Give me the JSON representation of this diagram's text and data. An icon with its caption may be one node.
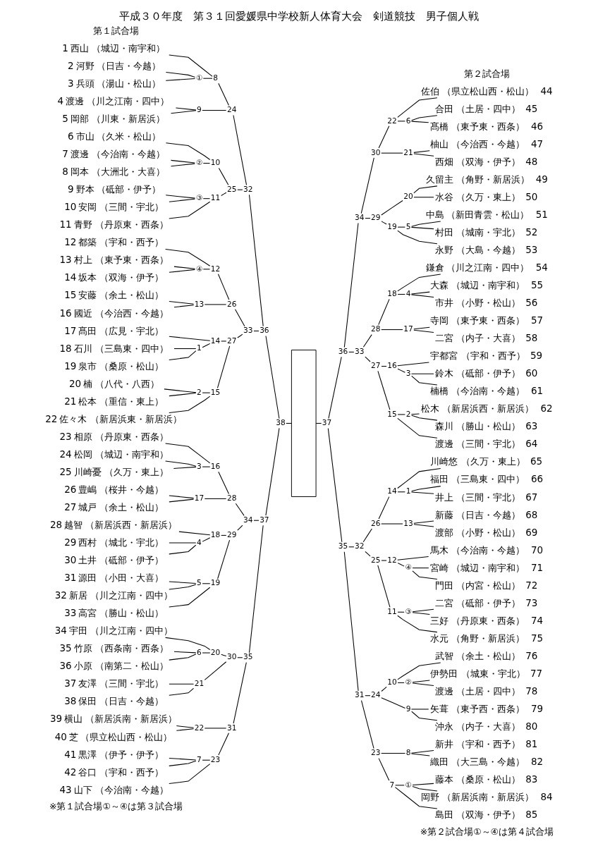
{
  "diagram": {
    "title": "平成３０年度　第３１回愛媛県中学校新人体育大会　剣道競技　男子個人戦",
    "nodes": [
      {
        "text": [
          "1",
          "西山",
          "（城辺・南宇和）"
        ]
      },
      {
        "text": [
          "2",
          "河野",
          "（日吉・今越）"
        ]
      },
      {
        "text": [
          "3",
          "兵頭",
          "（湯山・松山）"
        ]
      },
      {
        "text": [
          "4",
          "渡邊",
          "（川之江南・四中）"
        ]
      },
      {
        "text": [
          "5",
          "岡部",
          "（川東・新居浜）"
        ]
      },
      {
        "text": [
          "6",
          "市山",
          "（久米・松山）"
        ]
      },
      {
        "text": [
          "7",
          "渡邊",
          "（今治南・今越）"
        ]
      },
      {
        "text": [
          "8",
          "岡本",
          "（大洲北・大喜）"
        ]
      },
      {
        "text": [
          "9",
          "野本",
          "（砥部・伊予）"
        ]
      },
      {
        "text": [
          "10",
          "安岡",
          "（三間・宇北）"
        ]
      },
      {
        "text": [
          "11",
          "青野",
          "（丹原東・西条）"
        ]
      },
      {
        "text": [
          "12",
          "都築",
          "（宇和・西予）"
        ]
      },
      {
        "text": [
          "13",
          "村上",
          "（東予東・西条）"
        ]
      },
      {
        "text": [
          "14",
          "坂本",
          "（双海・伊予）"
        ]
      },
      {
        "text": [
          "15",
          "安藤",
          "（余土・松山）"
        ]
      },
      {
        "text": [
          "16",
          "國近",
          "（今治西・今越）"
        ]
      },
      {
        "text": [
          "17",
          "髙田",
          "（広見・宇北）"
        ]
      },
      {
        "text": [
          "18",
          "石川",
          "（三島東・四中）"
        ]
      },
      {
        "text": [
          "19",
          "泉市",
          "（桑原・松山）"
        ]
      },
      {
        "text": [
          "20",
          "楠",
          "（八代・八西）"
        ]
      },
      {
        "text": [
          "21",
          "松本",
          "（重信・東上）"
        ]
      },
      {
        "text": [
          "22",
          "佐々木",
          "（新居浜東・新居浜）"
        ]
      },
      {
        "text": [
          "23",
          "相原",
          "（丹原東・西条）"
        ]
      },
      {
        "text": [
          "24",
          "松岡",
          "（城辺・南宇和）"
        ]
      },
      {
        "text": [
          "25",
          "川崎憂",
          "（久万・東上）"
        ]
      },
      {
        "text": [
          "26",
          "豊嶋",
          "（桜井・今越）"
        ]
      },
      {
        "text": [
          "27",
          "城戸",
          "（余土・松山）"
        ]
      },
      {
        "text": [
          "28",
          "越智",
          "（新居浜西・新居浜）"
        ]
      },
      {
        "text": [
          "29",
          "西村",
          "（城北・宇北）"
        ]
      },
      {
        "text": [
          "30",
          "土井",
          "（砥部・伊予）"
        ]
      },
      {
        "text": [
          "31",
          "源田",
          "（小田・大喜）"
        ]
      },
      {
        "text": [
          "32",
          "新居",
          "（川之江南・四中）"
        ]
      },
      {
        "text": [
          "33",
          "高宮",
          "（勝山・松山）"
        ]
      },
      {
        "text": [
          "34",
          "宇田",
          "（川之江南・四中）"
        ]
      },
      {
        "text": [
          "35",
          "竹原",
          "（西条南・西条）"
        ]
      },
      {
        "text": [
          "36",
          "小原",
          "（南第二・松山）"
        ]
      },
      {
        "text": [
          "37",
          "友澤",
          "（三間・宇北）"
        ]
      },
      {
        "text": [
          "38",
          "保田",
          "（日吉・今越）"
        ]
      },
      {
        "text": [
          "39",
          "横山",
          "（新居浜南・新居浜）"
        ]
      },
      {
        "text": [
          "40",
          "芝",
          "（県立松山西・松山）"
        ]
      },
      {
        "text": [
          "41",
          "黒澤",
          "（伊予・伊予）"
        ]
      },
      {
        "text": [
          "42",
          "谷口",
          "（宇和・西予）"
        ]
      },
      {
        "text": [
          "43",
          "山下",
          "（今治南・今越）"
        ]
      },
      {
        "text": [
          "佐伯",
          "（県立松山西・松山）",
          "44"
        ]
      },
      {
        "text": [
          "合田",
          "（土居・四中）",
          "45"
        ]
      },
      {
        "text": [
          "髙橋",
          "（東予東・西条）",
          "46"
        ]
      },
      {
        "text": [
          "柚山",
          "（今治西・今越）",
          "47"
        ]
      },
      {
        "text": [
          "西畑",
          "（双海・伊予）",
          "48"
        ]
      },
      {
        "text": [
          "久留主",
          "（角野・新居浜）",
          "49"
        ]
      },
      {
        "text": [
          "水谷",
          "（久万・東上）",
          "50"
        ]
      },
      {
        "text": [
          "中島",
          "（新田青雲・松山）",
          "51"
        ]
      },
      {
        "text": [
          "村田",
          "（城南・宇北）",
          "52"
        ]
      },
      {
        "text": [
          "永野",
          "（大島・今越）",
          "53"
        ]
      },
      {
        "text": [
          "鎌倉",
          "（川之江南・四中）",
          "54"
        ]
      },
      {
        "text": [
          "大森",
          "（城辺・南宇和）",
          "55"
        ]
      },
      {
        "text": [
          "市井",
          "（小野・松山）",
          "56"
        ]
      },
      {
        "text": [
          "寺岡",
          "（東予東・西条）",
          "57"
        ]
      },
      {
        "text": [
          "二宮",
          "（内子・大喜）",
          "58"
        ]
      },
      {
        "text": [
          "宇都宮",
          "（宇和・西予）",
          "59"
        ]
      },
      {
        "text": [
          "鈴木",
          "（砥部・伊予）",
          "60"
        ]
      },
      {
        "text": [
          "楠橋",
          "（今治南・今越）",
          "61"
        ]
      },
      {
        "text": [
          "松木",
          "（新居浜西・新居浜）",
          "62"
        ]
      },
      {
        "text": [
          "森川",
          "（勝山・松山）",
          "63"
        ]
      },
      {
        "text": [
          "渡邊",
          "（三間・宇北）",
          "64"
        ]
      },
      {
        "text": [
          "川崎悠",
          "（久万・東上）",
          "65"
        ]
      },
      {
        "text": [
          "福田",
          "（三島東・四中）",
          "66"
        ]
      },
      {
        "text": [
          "井上",
          "（三間・宇北）",
          "67"
        ]
      },
      {
        "text": [
          "新藤",
          "（日吉・今越）",
          "68"
        ]
      },
      {
        "text": [
          "渡部",
          "（小野・松山）",
          "69"
        ]
      },
      {
        "text": [
          "馬木",
          "（今治南・今越）",
          "70"
        ]
      },
      {
        "text": [
          "宮崎",
          "（城辺・南宇和）",
          "71"
        ]
      },
      {
        "text": [
          "門田",
          "（内宮・松山）",
          "72"
        ]
      },
      {
        "text": [
          "二宮",
          "（砥部・伊予）",
          "73"
        ]
      },
      {
        "text": [
          "三好",
          "（丹原東・西条）",
          "74"
        ]
      },
      {
        "text": [
          "水元",
          "（角野・新居浜）",
          "75"
        ]
      },
      {
        "text": [
          "武智",
          "（余土・松山）",
          "76"
        ]
      },
      {
        "text": [
          "伊勢田",
          "（城東・宇北）",
          "77"
        ]
      },
      {
        "text": [
          "渡邊",
          "（土居・四中）",
          "78"
        ]
      },
      {
        "text": [
          "矢葺",
          "（東予西・西条）",
          "79"
        ]
      },
      {
        "text": [
          "沖永",
          "（内子・大喜）",
          "80"
        ]
      },
      {
        "text": [
          "新井",
          "（宇和・西予）",
          "81"
        ]
      },
      {
        "text": [
          "織田",
          "（大三島・今越）",
          "82"
        ]
      },
      {
        "text": [
          "藤本",
          "（桑原・松山）",
          "83"
        ]
      },
      {
        "text": [
          "岡野",
          "（新居浜南・新居浜）",
          "84"
        ]
      },
      {
        "text": [
          "島田",
          "（双海・伊予）",
          "85"
        ]
      },
      {
        "text": [
          "①"
        ]
      },
      {
        "text": [
          "②"
        ]
      },
      {
        "text": [
          "③"
        ]
      },
      {
        "text": [
          "④"
        ]
      },
      {
        "text": [
          "1"
        ]
      },
      {
        "text": [
          "2"
        ]
      },
      {
        "text": [
          "3"
        ]
      },
      {
        "text": [
          "4"
        ]
      },
      {
        "text": [
          "5"
        ]
      },
      {
        "text": [
          "6"
        ]
      },
      {
        "text": [
          "7"
        ]
      },
      {
        "text": [
          "8"
        ]
      },
      {
        "text": [
          "9"
        ]
      },
      {
        "text": [
          "10"
        ]
      },
      {
        "text": [
          "11"
        ]
      },
      {
        "text": [
          "12"
        ]
      },
      {
        "text": [
          "13"
        ]
      },
      {
        "text": [
          "14"
        ]
      },
      {
        "text": [
          "15"
        ]
      },
      {
        "text": [
          "16"
        ]
      },
      {
        "text": [
          "17"
        ]
      },
      {
        "text": [
          "18"
        ]
      },
      {
        "text": [
          "19"
        ]
      },
      {
        "text": [
          "20"
        ]
      },
      {
        "text": [
          "21"
        ]
      },
      {
        "text": [
          "22"
        ]
      },
      {
        "text": [
          "23"
        ]
      },
      {
        "text": [
          "24"
        ]
      },
      {
        "text": [
          "25"
        ]
      },
      {
        "text": [
          "26"
        ]
      },
      {
        "text": [
          "27"
        ]
      },
      {
        "text": [
          "28"
        ]
      },
      {
        "text": [
          "29"
        ]
      },
      {
        "text": [
          "30"
        ]
      },
      {
        "text": [
          "31"
        ]
      },
      {
        "text": [
          "32"
        ]
      },
      {
        "text": [
          "33"
        ]
      },
      {
        "text": [
          "34"
        ]
      },
      {
        "text": [
          "35"
        ]
      },
      {
        "text": [
          "36"
        ]
      },
      {
        "text": [
          "37"
        ]
      },
      {
        "text": [
          "38"
        ]
      },
      {
        "text": [
          "①"
        ]
      },
      {
        "text": [
          "②"
        ]
      },
      {
        "text": [
          "③"
        ]
      },
      {
        "text": [
          "④"
        ]
      },
      {
        "text": [
          "1"
        ]
      },
      {
        "text": [
          "2"
        ]
      },
      {
        "text": [
          "3"
        ]
      },
      {
        "text": [
          "4"
        ]
      },
      {
        "text": [
          "5"
        ]
      },
      {
        "text": [
          "6"
        ]
      },
      {
        "text": [
          "7"
        ]
      },
      {
        "text": [
          "8"
        ]
      },
      {
        "text": [
          "9"
        ]
      },
      {
        "text": [
          "10"
        ]
      },
      {
        "text": [
          "11"
        ]
      },
      {
        "text": [
          "12"
        ]
      },
      {
        "text": [
          "13"
        ]
      },
      {
        "text": [
          "14"
        ]
      },
      {
        "text": [
          "15"
        ]
      },
      {
        "text": [
          "16"
        ]
      },
      {
        "text": [
          "17"
        ]
      },
      {
        "text": [
          "18"
        ]
      },
      {
        "text": [
          "19"
        ]
      },
      {
        "text": [
          "20"
        ]
      },
      {
        "text": [
          "21"
        ]
      },
      {
        "text": [
          "22"
        ]
      },
      {
        "text": [
          "23"
        ]
      },
      {
        "text": [
          "24"
        ]
      },
      {
        "text": [
          "25"
        ]
      },
      {
        "text": [
          "26"
        ]
      },
      {
        "text": [
          "27"
        ]
      },
      {
        "text": [
          "28"
        ]
      },
      {
        "text": [
          "29"
        ]
      },
      {
        "text": [
          "30"
        ]
      },
      {
        "text": [
          "31"
        ]
      },
      {
        "text": [
          "32"
        ]
      },
      {
        "text": [
          "33"
        ]
      },
      {
        "text": [
          "34"
        ]
      },
      {
        "text": [
          "35"
        ]
      },
      {
        "text": [
          "36"
        ]
      },
      {
        "text": [
          "37"
        ]
      },
      {
        "text": [],
        "shape": "box"
      }
    ],
    "edges": [
      {
        "from": 1,
        "to": 85,
        "arrow": "none"
      },
      {
        "from": 2,
        "to": 85,
        "arrow": "none"
      },
      {
        "from": 0,
        "to": 96,
        "arrow": "none"
      },
      {
        "from": 85,
        "to": 96,
        "arrow": "none"
      },
      {
        "from": 3,
        "to": 97,
        "arrow": "none"
      },
      {
        "from": 4,
        "to": 97,
        "arrow": "none"
      },
      {
        "from": 96,
        "to": 112,
        "arrow": "none"
      },
      {
        "from": 97,
        "to": 112,
        "arrow": "none"
      },
      {
        "from": 6,
        "to": 86,
        "arrow": "none"
      },
      {
        "from": 7,
        "to": 86,
        "arrow": "none"
      },
      {
        "from": 5,
        "to": 98,
        "arrow": "none"
      },
      {
        "from": 86,
        "to": 98,
        "arrow": "none"
      },
      {
        "from": 8,
        "to": 87,
        "arrow": "none"
      },
      {
        "from": 9,
        "to": 87,
        "arrow": "none"
      },
      {
        "from": 87,
        "to": 99,
        "arrow": "none"
      },
      {
        "from": 10,
        "to": 99,
        "arrow": "none"
      },
      {
        "from": 98,
        "to": 113,
        "arrow": "none"
      },
      {
        "from": 99,
        "to": 113,
        "arrow": "none"
      },
      {
        "from": 112,
        "to": 120,
        "arrow": "none"
      },
      {
        "from": 113,
        "to": 120,
        "arrow": "none"
      },
      {
        "from": 12,
        "to": 88,
        "arrow": "none"
      },
      {
        "from": 13,
        "to": 88,
        "arrow": "none"
      },
      {
        "from": 11,
        "to": 100,
        "arrow": "none"
      },
      {
        "from": 88,
        "to": 100,
        "arrow": "none"
      },
      {
        "from": 14,
        "to": 101,
        "arrow": "none"
      },
      {
        "from": 15,
        "to": 101,
        "arrow": "none"
      },
      {
        "from": 100,
        "to": 114,
        "arrow": "none"
      },
      {
        "from": 101,
        "to": 114,
        "arrow": "none"
      },
      {
        "from": 17,
        "to": 89,
        "arrow": "none"
      },
      {
        "from": 18,
        "to": 89,
        "arrow": "none"
      },
      {
        "from": 16,
        "to": 102,
        "arrow": "none"
      },
      {
        "from": 89,
        "to": 102,
        "arrow": "none"
      },
      {
        "from": 19,
        "to": 90,
        "arrow": "none"
      },
      {
        "from": 20,
        "to": 90,
        "arrow": "none"
      },
      {
        "from": 90,
        "to": 103,
        "arrow": "none"
      },
      {
        "from": 21,
        "to": 103,
        "arrow": "none"
      },
      {
        "from": 102,
        "to": 115,
        "arrow": "none"
      },
      {
        "from": 103,
        "to": 115,
        "arrow": "none"
      },
      {
        "from": 114,
        "to": 121,
        "arrow": "none"
      },
      {
        "from": 115,
        "to": 121,
        "arrow": "none"
      },
      {
        "from": 120,
        "to": 124,
        "arrow": "none"
      },
      {
        "from": 121,
        "to": 124,
        "arrow": "none"
      },
      {
        "from": 23,
        "to": 91,
        "arrow": "none"
      },
      {
        "from": 24,
        "to": 91,
        "arrow": "none"
      },
      {
        "from": 22,
        "to": 104,
        "arrow": "none"
      },
      {
        "from": 91,
        "to": 104,
        "arrow": "none"
      },
      {
        "from": 25,
        "to": 105,
        "arrow": "none"
      },
      {
        "from": 26,
        "to": 105,
        "arrow": "none"
      },
      {
        "from": 104,
        "to": 116,
        "arrow": "none"
      },
      {
        "from": 105,
        "to": 116,
        "arrow": "none"
      },
      {
        "from": 28,
        "to": 92,
        "arrow": "none"
      },
      {
        "from": 29,
        "to": 92,
        "arrow": "none"
      },
      {
        "from": 27,
        "to": 106,
        "arrow": "none"
      },
      {
        "from": 92,
        "to": 106,
        "arrow": "none"
      },
      {
        "from": 30,
        "to": 93,
        "arrow": "none"
      },
      {
        "from": 31,
        "to": 93,
        "arrow": "none"
      },
      {
        "from": 93,
        "to": 107,
        "arrow": "none"
      },
      {
        "from": 32,
        "to": 107,
        "arrow": "none"
      },
      {
        "from": 106,
        "to": 117,
        "arrow": "none"
      },
      {
        "from": 107,
        "to": 117,
        "arrow": "none"
      },
      {
        "from": 116,
        "to": 122,
        "arrow": "none"
      },
      {
        "from": 117,
        "to": 122,
        "arrow": "none"
      },
      {
        "from": 34,
        "to": 94,
        "arrow": "none"
      },
      {
        "from": 35,
        "to": 94,
        "arrow": "none"
      },
      {
        "from": 33,
        "to": 108,
        "arrow": "none"
      },
      {
        "from": 94,
        "to": 108,
        "arrow": "none"
      },
      {
        "from": 36,
        "to": 109,
        "arrow": "none"
      },
      {
        "from": 37,
        "to": 109,
        "arrow": "none"
      },
      {
        "from": 108,
        "to": 118,
        "arrow": "none"
      },
      {
        "from": 109,
        "to": 118,
        "arrow": "none"
      },
      {
        "from": 38,
        "to": 110,
        "arrow": "none"
      },
      {
        "from": 39,
        "to": 110,
        "arrow": "none"
      },
      {
        "from": 40,
        "to": 95,
        "arrow": "none"
      },
      {
        "from": 41,
        "to": 95,
        "arrow": "none"
      },
      {
        "from": 95,
        "to": 111,
        "arrow": "none"
      },
      {
        "from": 42,
        "to": 111,
        "arrow": "none"
      },
      {
        "from": 110,
        "to": 119,
        "arrow": "none"
      },
      {
        "from": 111,
        "to": 119,
        "arrow": "none"
      },
      {
        "from": 118,
        "to": 123,
        "arrow": "none"
      },
      {
        "from": 119,
        "to": 123,
        "arrow": "none"
      },
      {
        "from": 122,
        "to": 125,
        "arrow": "none"
      },
      {
        "from": 123,
        "to": 125,
        "arrow": "none"
      },
      {
        "from": 124,
        "to": 126,
        "arrow": "none"
      },
      {
        "from": 125,
        "to": 126,
        "arrow": "none"
      },
      {
        "from": 126,
        "to": 168,
        "arrow": "none"
      },
      {
        "from": 168,
        "to": 167,
        "arrow": "none"
      },
      {
        "from": 167,
        "to": 166,
        "arrow": "none"
      },
      {
        "from": 167,
        "to": 165,
        "arrow": "none"
      },
      {
        "from": 166,
        "to": 164,
        "arrow": "none"
      },
      {
        "from": 166,
        "to": 163,
        "arrow": "none"
      },
      {
        "from": 164,
        "to": 160,
        "arrow": "none"
      },
      {
        "from": 164,
        "to": 159,
        "arrow": "none"
      },
      {
        "from": 160,
        "to": 152,
        "arrow": "none"
      },
      {
        "from": 160,
        "to": 151,
        "arrow": "none"
      },
      {
        "from": 152,
        "to": 43,
        "arrow": "none"
      },
      {
        "from": 152,
        "to": 136,
        "arrow": "none"
      },
      {
        "from": 136,
        "to": 44,
        "arrow": "none"
      },
      {
        "from": 136,
        "to": 45,
        "arrow": "none"
      },
      {
        "from": 151,
        "to": 46,
        "arrow": "none"
      },
      {
        "from": 151,
        "to": 47,
        "arrow": "none"
      },
      {
        "from": 159,
        "to": 150,
        "arrow": "none"
      },
      {
        "from": 159,
        "to": 149,
        "arrow": "none"
      },
      {
        "from": 150,
        "to": 48,
        "arrow": "none"
      },
      {
        "from": 150,
        "to": 49,
        "arrow": "none"
      },
      {
        "from": 149,
        "to": 135,
        "arrow": "none"
      },
      {
        "from": 149,
        "to": 52,
        "arrow": "none"
      },
      {
        "from": 135,
        "to": 50,
        "arrow": "none"
      },
      {
        "from": 135,
        "to": 51,
        "arrow": "none"
      },
      {
        "from": 163,
        "to": 158,
        "arrow": "none"
      },
      {
        "from": 163,
        "to": 157,
        "arrow": "none"
      },
      {
        "from": 158,
        "to": 148,
        "arrow": "none"
      },
      {
        "from": 158,
        "to": 147,
        "arrow": "none"
      },
      {
        "from": 148,
        "to": 53,
        "arrow": "none"
      },
      {
        "from": 148,
        "to": 134,
        "arrow": "none"
      },
      {
        "from": 134,
        "to": 54,
        "arrow": "none"
      },
      {
        "from": 134,
        "to": 55,
        "arrow": "none"
      },
      {
        "from": 147,
        "to": 56,
        "arrow": "none"
      },
      {
        "from": 147,
        "to": 57,
        "arrow": "none"
      },
      {
        "from": 157,
        "to": 146,
        "arrow": "none"
      },
      {
        "from": 157,
        "to": 145,
        "arrow": "none"
      },
      {
        "from": 146,
        "to": 58,
        "arrow": "none"
      },
      {
        "from": 146,
        "to": 133,
        "arrow": "none"
      },
      {
        "from": 133,
        "to": 59,
        "arrow": "none"
      },
      {
        "from": 133,
        "to": 60,
        "arrow": "none"
      },
      {
        "from": 145,
        "to": 132,
        "arrow": "none"
      },
      {
        "from": 145,
        "to": 63,
        "arrow": "none"
      },
      {
        "from": 132,
        "to": 61,
        "arrow": "none"
      },
      {
        "from": 132,
        "to": 62,
        "arrow": "none"
      },
      {
        "from": 165,
        "to": 162,
        "arrow": "none"
      },
      {
        "from": 165,
        "to": 161,
        "arrow": "none"
      },
      {
        "from": 162,
        "to": 156,
        "arrow": "none"
      },
      {
        "from": 162,
        "to": 155,
        "arrow": "none"
      },
      {
        "from": 156,
        "to": 144,
        "arrow": "none"
      },
      {
        "from": 156,
        "to": 143,
        "arrow": "none"
      },
      {
        "from": 144,
        "to": 64,
        "arrow": "none"
      },
      {
        "from": 144,
        "to": 131,
        "arrow": "none"
      },
      {
        "from": 131,
        "to": 65,
        "arrow": "none"
      },
      {
        "from": 131,
        "to": 66,
        "arrow": "none"
      },
      {
        "from": 143,
        "to": 67,
        "arrow": "none"
      },
      {
        "from": 143,
        "to": 68,
        "arrow": "none"
      },
      {
        "from": 155,
        "to": 142,
        "arrow": "none"
      },
      {
        "from": 155,
        "to": 141,
        "arrow": "none"
      },
      {
        "from": 142,
        "to": 69,
        "arrow": "none"
      },
      {
        "from": 142,
        "to": 130,
        "arrow": "none"
      },
      {
        "from": 130,
        "to": 70,
        "arrow": "none"
      },
      {
        "from": 130,
        "to": 71,
        "arrow": "none"
      },
      {
        "from": 141,
        "to": 129,
        "arrow": "none"
      },
      {
        "from": 141,
        "to": 74,
        "arrow": "none"
      },
      {
        "from": 129,
        "to": 72,
        "arrow": "none"
      },
      {
        "from": 129,
        "to": 73,
        "arrow": "none"
      },
      {
        "from": 161,
        "to": 154,
        "arrow": "none"
      },
      {
        "from": 161,
        "to": 153,
        "arrow": "none"
      },
      {
        "from": 154,
        "to": 140,
        "arrow": "none"
      },
      {
        "from": 154,
        "to": 139,
        "arrow": "none"
      },
      {
        "from": 140,
        "to": 75,
        "arrow": "none"
      },
      {
        "from": 140,
        "to": 128,
        "arrow": "none"
      },
      {
        "from": 128,
        "to": 76,
        "arrow": "none"
      },
      {
        "from": 128,
        "to": 77,
        "arrow": "none"
      },
      {
        "from": 139,
        "to": 78,
        "arrow": "none"
      },
      {
        "from": 139,
        "to": 79,
        "arrow": "none"
      },
      {
        "from": 153,
        "to": 138,
        "arrow": "none"
      },
      {
        "from": 153,
        "to": 137,
        "arrow": "none"
      },
      {
        "from": 138,
        "to": 80,
        "arrow": "none"
      },
      {
        "from": 138,
        "to": 81,
        "arrow": "none"
      },
      {
        "from": 137,
        "to": 127,
        "arrow": "none"
      },
      {
        "from": 137,
        "to": 84,
        "arrow": "none"
      },
      {
        "from": 127,
        "to": 82,
        "arrow": "none"
      },
      {
        "from": 127,
        "to": 83,
        "arrow": "none"
      }
    ],
    "labels": [
      "第１試合場",
      "第２試合場",
      "※第１試合場①～④は第３試合場",
      "※第２試合場①～④は第４試合場"
    ]
  }
}
